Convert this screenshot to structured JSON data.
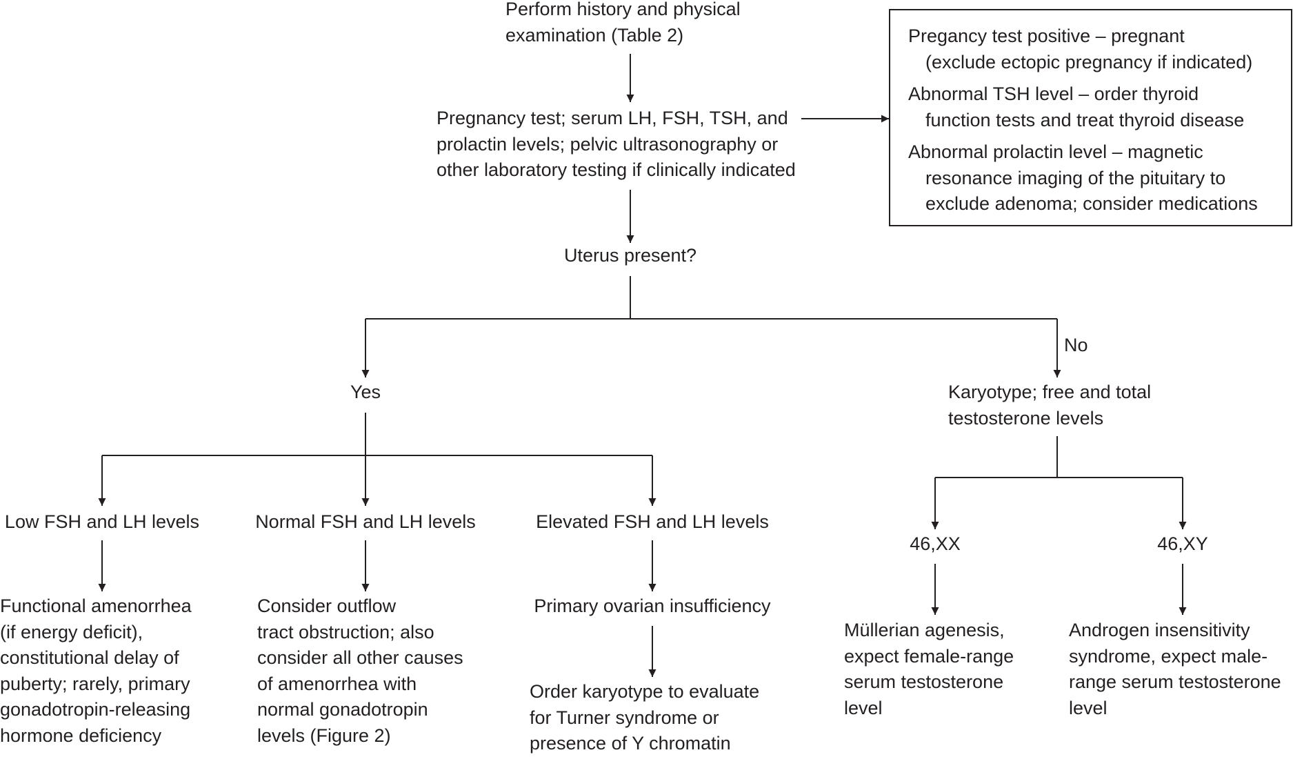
{
  "diagram": {
    "nodes": {
      "history": [
        "Perform history and physical",
        "examination (Table 2)"
      ],
      "tests": [
        "Pregnancy test; serum LH, FSH, TSH, and",
        "prolactin levels; pelvic ultrasonography or",
        "other laboratory testing if clinically indicated"
      ],
      "uterus": "Uterus present?",
      "yes": "Yes",
      "no": "No",
      "karyotype_tests": [
        "Karyotype; free and total",
        "testosterone levels"
      ],
      "low": "Low FSH and LH levels",
      "normal": "Normal FSH and LH levels",
      "elevated": "Elevated FSH and LH levels",
      "functional": [
        "Functional amenorrhea",
        "(if energy deficit),",
        "constitutional delay of",
        "puberty; rarely, primary",
        "gonadotropin-releasing",
        "hormone deficiency"
      ],
      "outflow": [
        "Consider outflow",
        "tract obstruction; also",
        "consider all other causes",
        "of amenorrhea with",
        "normal gonadotropin",
        "levels (Figure 2)"
      ],
      "poi": "Primary ovarian insufficiency",
      "order": [
        "Order karyotype to evaluate",
        "for Turner syndrome or",
        "presence of Y chromatin"
      ],
      "xx": "46,XX",
      "xy": "46,XY",
      "mullerian": [
        "Müllerian agenesis,",
        "expect female-range",
        "serum testosterone",
        "level"
      ],
      "androgen": [
        "Androgen insensitivity",
        "syndrome, expect male-",
        "range serum testosterone",
        "level"
      ]
    },
    "side_box": {
      "pregnancy": [
        "Pregancy test positive – pregnant",
        "(exclude ectopic pregnancy if indicated)"
      ],
      "tsh": [
        "Abnormal TSH level – order thyroid",
        "function tests and treat thyroid disease"
      ],
      "prolactin": [
        "Abnormal prolactin level – magnetic",
        "resonance imaging of the pituitary to",
        "exclude adenoma; consider medications"
      ]
    }
  }
}
